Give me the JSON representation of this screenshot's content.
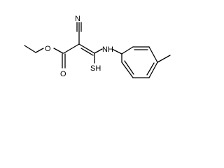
{
  "molecule": {
    "atoms": {
      "N_nitrile": "N",
      "O_ester": "O",
      "O_carbonyl": "O",
      "N_amine": "NH",
      "S_thiol": "SH"
    }
  }
}
